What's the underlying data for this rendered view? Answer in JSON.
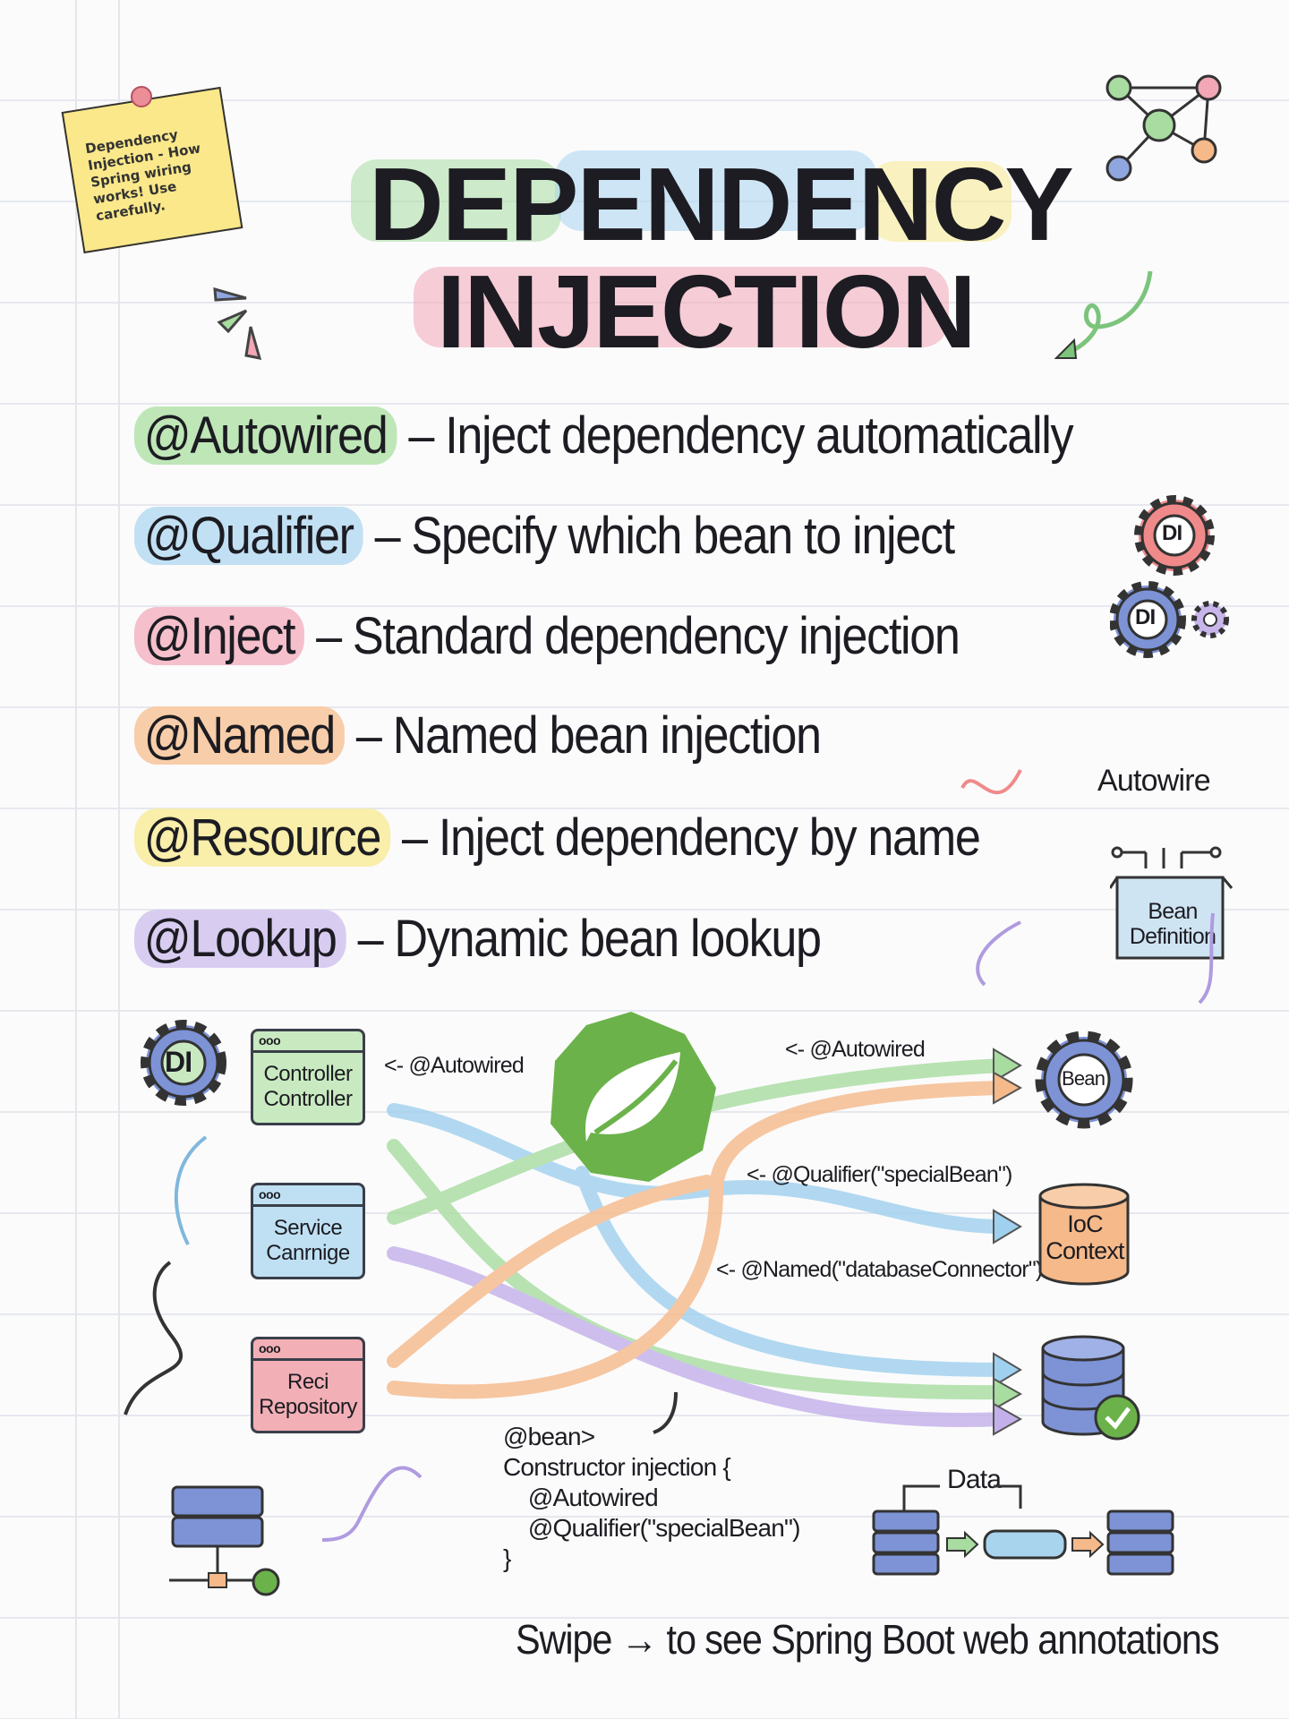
{
  "sticky_note": "Dependency Injection - How Spring wiring works! Use carefully.",
  "title": {
    "line1": "DEPENDENCY",
    "line2": "INJECTION"
  },
  "annotations": [
    {
      "tag": "@Autowired",
      "desc": "– Inject dependency automatically",
      "color": "#a8dca0"
    },
    {
      "tag": "@Qualifier",
      "desc": "– Specify which bean to inject",
      "color": "#a9d4ee"
    },
    {
      "tag": "@Inject",
      "desc": "– Standard dependency injection",
      "color": "#f2a6b6"
    },
    {
      "tag": "@Named",
      "desc": "– Named bean injection",
      "color": "#f5b98a"
    },
    {
      "tag": "@Resource",
      "desc": "– Inject dependency by name",
      "color": "#f7e98c"
    },
    {
      "tag": "@Lookup",
      "desc": "– Dynamic bean lookup",
      "color": "#c8b5ea"
    }
  ],
  "side_icons": {
    "di1": "DI",
    "di2": "DI",
    "autowire": "Autowire",
    "bean_definition": "Bean Definition"
  },
  "diagram": {
    "di_gear": "DI",
    "controller": {
      "dots": "ooo",
      "line1": "Controller",
      "line2": "Controller"
    },
    "service": {
      "dots": "ooo",
      "line1": "Service",
      "line2": "Canrnige"
    },
    "repository": {
      "dots": "ooo",
      "line1": "Reci",
      "line2": "Repository"
    },
    "label_autowired_left": "<- @Autowired",
    "label_autowired_right": "<- @Autowired",
    "label_qualifier": "<- @Qualifier(\"specialBean\")",
    "label_named": "<- @Named(\"databaseConnector\")",
    "bean": "Bean",
    "ioc": {
      "line1": "IoC",
      "line2": "Context"
    },
    "data_label": "Data"
  },
  "code": [
    "@bean>",
    "Constructor injection {",
    "    @Autowired",
    "    @Qualifier(\"specialBean\")",
    "}"
  ],
  "footer": "Swipe → to see Spring Boot web annotations"
}
